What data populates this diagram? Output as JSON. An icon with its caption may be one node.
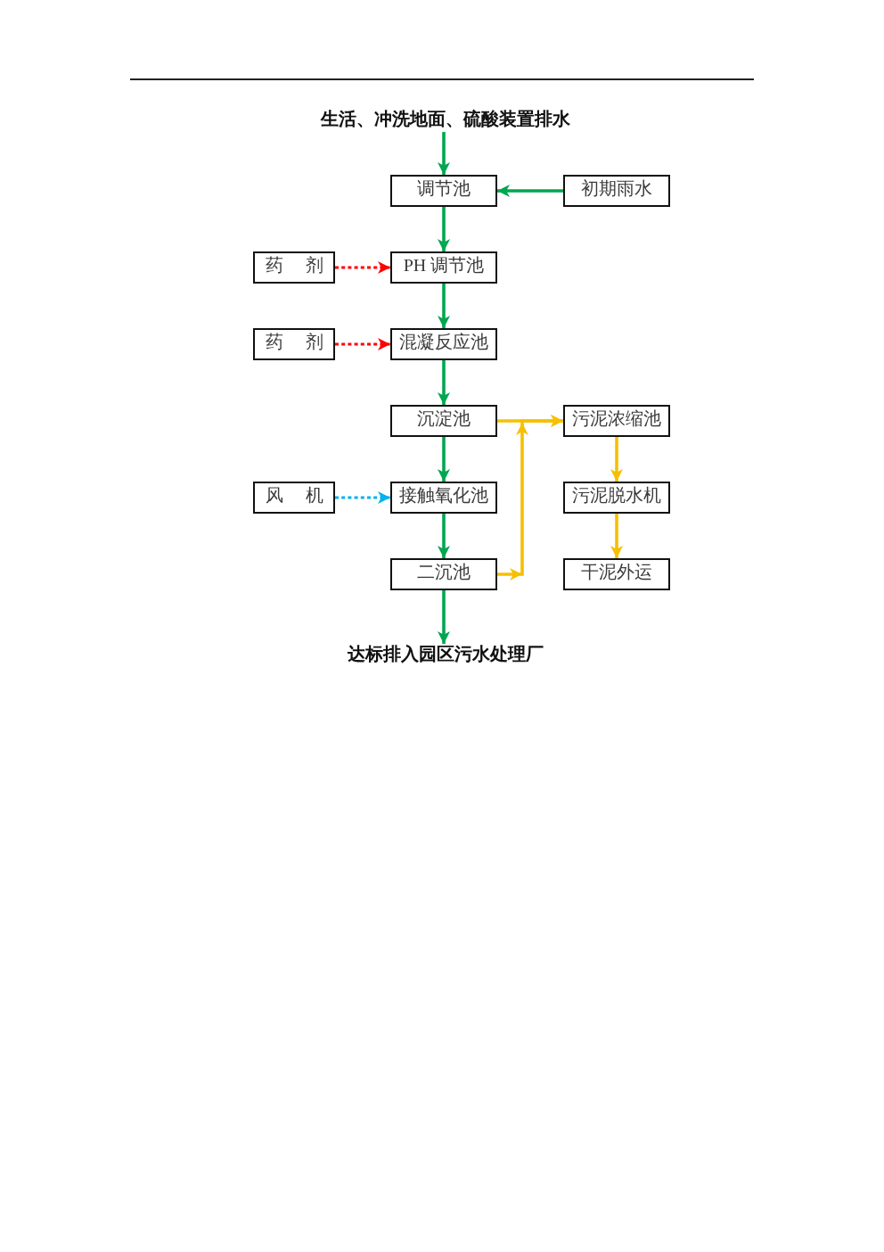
{
  "diagram": {
    "nodes": [
      {
        "text": [
          "生活、冲洗地面、硫酸装置排水"
        ]
      },
      {
        "text": [
          "调节池"
        ]
      },
      {
        "text": [
          "初期雨水"
        ]
      },
      {
        "text": [
          "药 剂"
        ]
      },
      {
        "text": [
          "PH 调节池"
        ]
      },
      {
        "text": [
          "药 剂"
        ]
      },
      {
        "text": [
          "混凝反应池"
        ]
      },
      {
        "text": [
          "沉淀池"
        ]
      },
      {
        "text": [
          "污泥浓缩池"
        ]
      },
      {
        "text": [
          "风 机"
        ]
      },
      {
        "text": [
          "接触氧化池"
        ]
      },
      {
        "text": [
          "污泥脱水机"
        ]
      },
      {
        "text": [
          "二沉池"
        ]
      },
      {
        "text": [
          "干泥外运"
        ]
      },
      {
        "text": [
          "达标排入园区污水处理厂"
        ]
      }
    ],
    "edges": [
      {
        "from": 0,
        "to": 1,
        "arrow": "to"
      },
      {
        "from": 2,
        "to": 1,
        "arrow": "to"
      },
      {
        "from": 1,
        "to": 4,
        "arrow": "to"
      },
      {
        "from": 3,
        "to": 4,
        "arrow": "to",
        "style": "dashed",
        "color": "#ff0000"
      },
      {
        "from": 4,
        "to": 6,
        "arrow": "to"
      },
      {
        "from": 5,
        "to": 6,
        "arrow": "to",
        "style": "dashed",
        "color": "#ff0000"
      },
      {
        "from": 6,
        "to": 7,
        "arrow": "to"
      },
      {
        "from": 7,
        "to": 8,
        "arrow": "to",
        "color": "#f5c000"
      },
      {
        "from": 7,
        "to": 10,
        "arrow": "to"
      },
      {
        "from": 9,
        "to": 10,
        "arrow": "to",
        "style": "dashed",
        "color": "#00b0f0"
      },
      {
        "from": 10,
        "to": 12,
        "arrow": "to"
      },
      {
        "from": 12,
        "to": 8,
        "arrow": "to",
        "color": "#f5c000"
      },
      {
        "from": 8,
        "to": 11,
        "arrow": "to",
        "color": "#f5c000"
      },
      {
        "from": 11,
        "to": 13,
        "arrow": "to",
        "color": "#f5c000"
      },
      {
        "from": 12,
        "to": 14,
        "arrow": "to"
      }
    ]
  }
}
